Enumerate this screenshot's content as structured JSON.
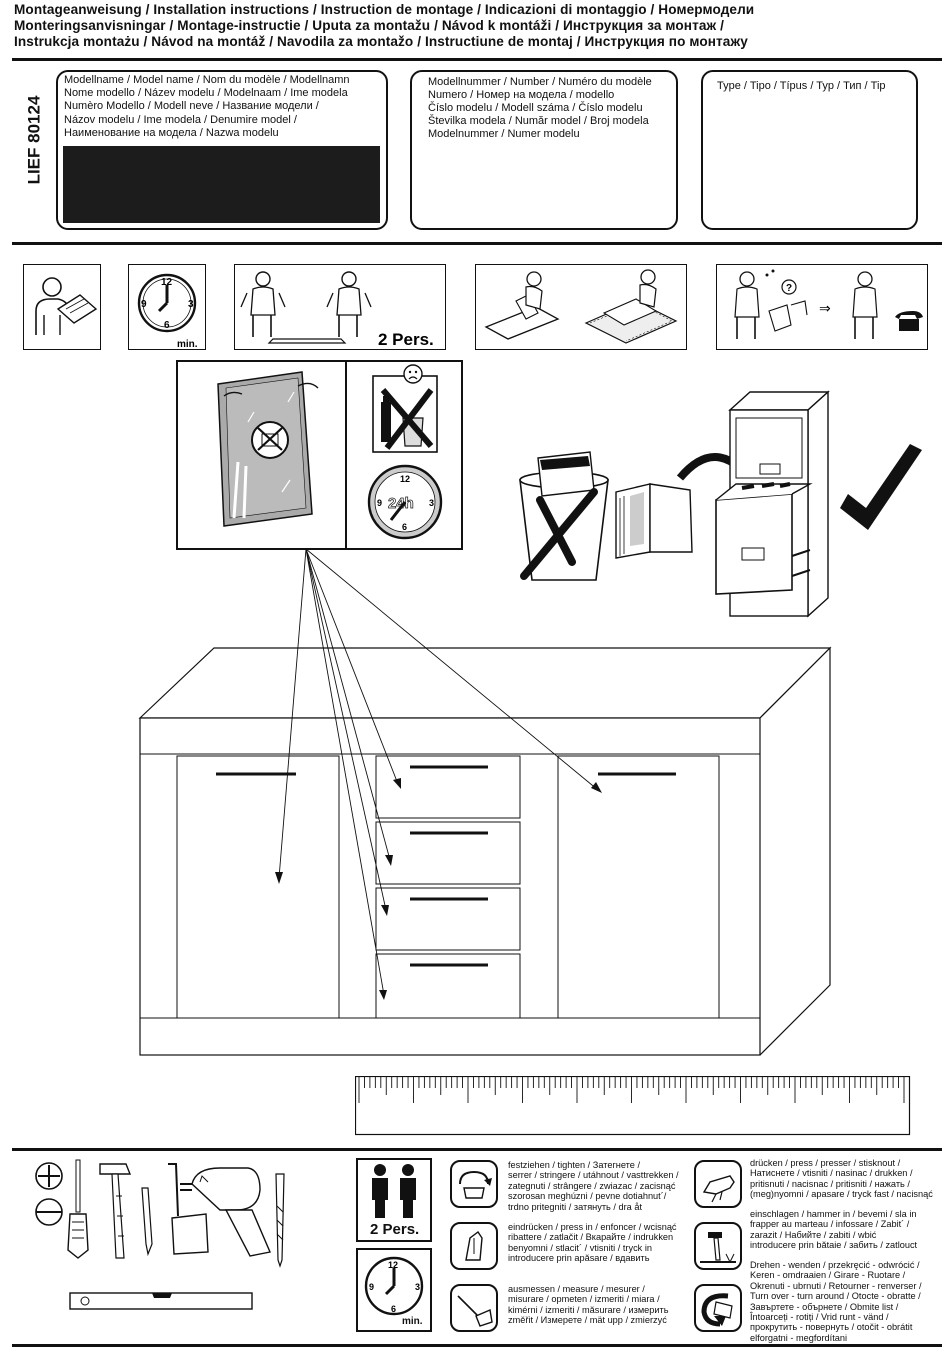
{
  "header": {
    "title_lines": [
      "Montageanweisung / Installation instructions / Instruction de montage / Indicazioni di montaggio / Номермодели",
      "Monteringsanvisningar / Montage-instructie / Uputa za montažu / Návod k montáži / Инструкция за монтаж /",
      "Instrukcja montażu / Návod na montáž / Navodila za montažo / Instructiune de montaj / Инструкция по монтажу"
    ]
  },
  "model": {
    "code": "LIEF 80124",
    "name_box": "Modellname / Model name / Nom du modèle / Modellnamn\nNome modello / Název modelu / Modelnaam / Ime modela\nNumèro Modello / Modell neve / Название модели /\nNázov modelu / Ime modela / Denumire model /\nНаименование на модела / Nazwa modelu",
    "number_box": "Modellnummer / Number / Numéro du modèle\nNumero /  Номер на модела / modello\nČíslo modelu / Modell száma / Číslo modelu\nŠtevilka modela / Număr model / Broj modela\nModelnummer / Numer modelu",
    "type_box": "Type / Tipo / Típus / Typ / Тип / Tip"
  },
  "icons_row": {
    "min_label": "min.",
    "pers_label": "2 Pers.",
    "clock_numbers": [
      "12",
      "3",
      "6",
      "9"
    ]
  },
  "care": {
    "clock_label": "24h"
  },
  "legend": {
    "pers_label": "2 Pers.",
    "min_label": "min.",
    "items": [
      {
        "icon": "screw-tighten-icon",
        "text": "festziehen / tighten / Затегнете /\nserrer / stringere / utáhnout / vasttrekken /\nzategnuti / strângere / zwiazac / zacisnąć\nszorosan meghúzni / pevne dotiahnut´/\ntrdno pritegniti / затянуть / dra åt"
      },
      {
        "icon": "press-in-icon",
        "text": "eindrücken / press in / enfoncer / wcisnąć\nribattere / zatlačit / Вкарайте / indrukken\nbenyomni / stlacit´ / vtisniti / tryck in\nintroducere prin apăsare / вдавить"
      },
      {
        "icon": "measure-icon",
        "text": "ausmessen / measure / mesurer /\nmisurare / opmeten / izmeriti / miara /\nkimérni / izmeriti / măsurare / измерить\nzměřit / Измерете / mät upp / zmierzyć"
      },
      {
        "icon": "press-hand-icon",
        "text": "drücken / press / presser / stisknout /\nНатиснете / vtisniti / nasinac / drukken /\npritisnuti / nacisnac / pritisniti / нажать /\n(meg)nyomni / apasare / tryck fast / nacisnąć"
      },
      {
        "icon": "hammer-icon",
        "text": "einschlagen / hammer in / bevemi / sla in\nfrapper au marteau / infossare / Zabit´ /\nzarazit / Набийте / zabiti / wbić\nintroducere prin bătaie / забить / zatlouct"
      },
      {
        "icon": "turn-over-icon",
        "text": "Drehen - wenden / przekręcić - odwrócić /\nKeren - omdraaien / Girare - Ruotare /\nOkrenuti - ubrnuti / Retourner - renverser /\nTurn over - turn around / Otocte - obratte /\nЗавъртете - обърнете / Obmite list /\nÎntoarceți - rotiți / Vrid runt - vänd /\nпрокрутить - повернуть / otočit - obrátit\nelforgatni - megfordítani"
      }
    ]
  }
}
